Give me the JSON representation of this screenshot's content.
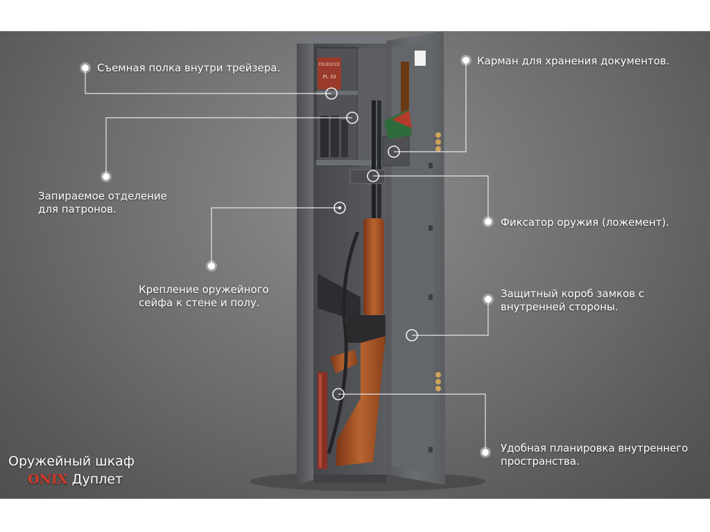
{
  "callouts": [
    {
      "id": "shelf",
      "lines": [
        "Съемная полка внутри трейзера."
      ]
    },
    {
      "id": "ammo",
      "lines": [
        "Запираемое отделение",
        "для патронов."
      ]
    },
    {
      "id": "mount",
      "lines": [
        "Крепление оружейного",
        "сейфа к стене и полу."
      ]
    },
    {
      "id": "pocket",
      "lines": [
        "Карман для хранения документов."
      ]
    },
    {
      "id": "holder",
      "lines": [
        "Фиксатор оружия (ложемент)."
      ]
    },
    {
      "id": "lockbox",
      "lines": [
        "Защитный короб  замков с",
        "внутренней стороны."
      ]
    },
    {
      "id": "layout",
      "lines": [
        "Удобная планировка внутреннего",
        "пространства."
      ]
    }
  ],
  "product": {
    "title": "Оружейный шкаф",
    "brand": "ONIX",
    "model": "Дуплет"
  },
  "box_label": {
    "top": "ПОЛОССЕ",
    "mid": "PL 33"
  },
  "colors": {
    "background": "#747474",
    "safe_body": "#5d5f62",
    "callout_line": "#e8e8e8",
    "brand": "#d43a2a",
    "wood_stock": "#a0522d"
  }
}
